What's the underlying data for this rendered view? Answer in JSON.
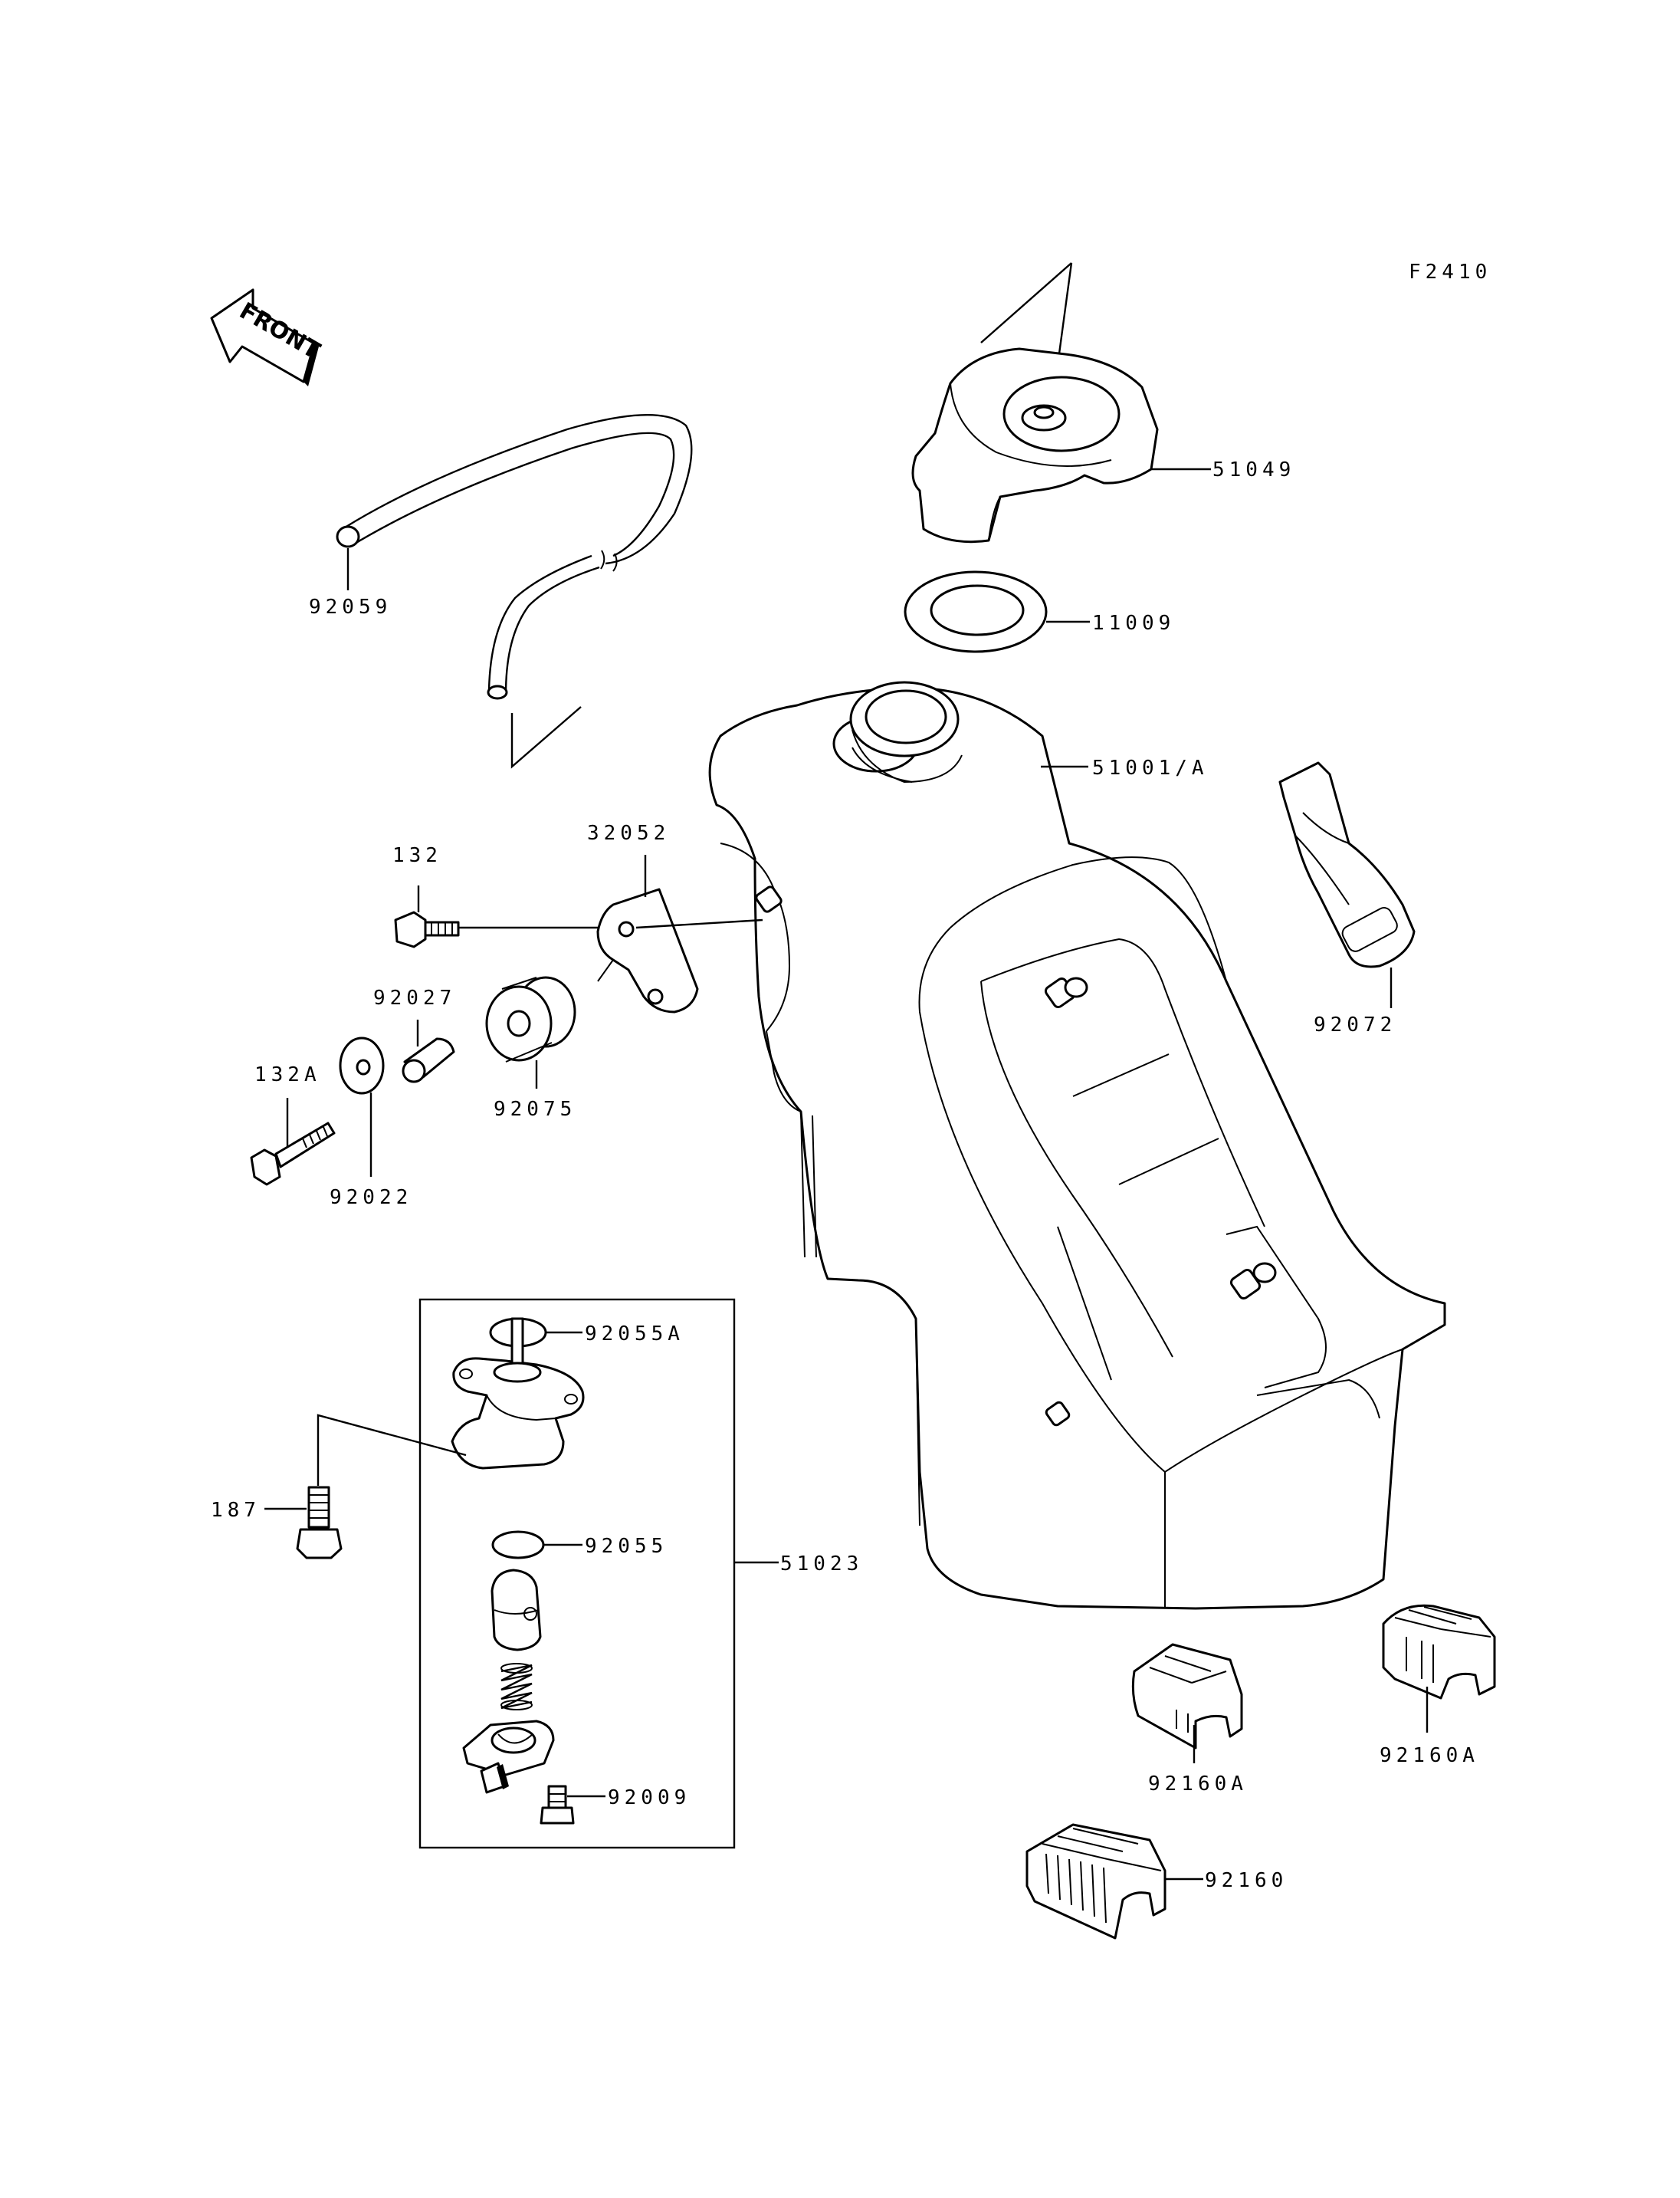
{
  "figure_code": "F2410",
  "front_label": "FRONT",
  "parts": [
    {
      "id": "fuel-cap",
      "number": "51049"
    },
    {
      "id": "cap-gasket",
      "number": "11009"
    },
    {
      "id": "breather-hose",
      "number": "92059"
    },
    {
      "id": "fuel-tank",
      "number": "51001/A"
    },
    {
      "id": "tank-strap",
      "number": "92072"
    },
    {
      "id": "bolt-132",
      "number": "132"
    },
    {
      "id": "bracket",
      "number": "32052"
    },
    {
      "id": "collar",
      "number": "92027"
    },
    {
      "id": "bolt-132a",
      "number": "132A"
    },
    {
      "id": "damper",
      "number": "92075"
    },
    {
      "id": "washer",
      "number": "92022"
    },
    {
      "id": "oring-a",
      "number": "92055A"
    },
    {
      "id": "bolt-187",
      "number": "187"
    },
    {
      "id": "oring",
      "number": "92055"
    },
    {
      "id": "fuel-cock-assy",
      "number": "51023"
    },
    {
      "id": "screw",
      "number": "92009"
    },
    {
      "id": "cover-a-center",
      "number": "92160A"
    },
    {
      "id": "cover-a-right",
      "number": "92160A"
    },
    {
      "id": "cover",
      "number": "92160"
    }
  ]
}
